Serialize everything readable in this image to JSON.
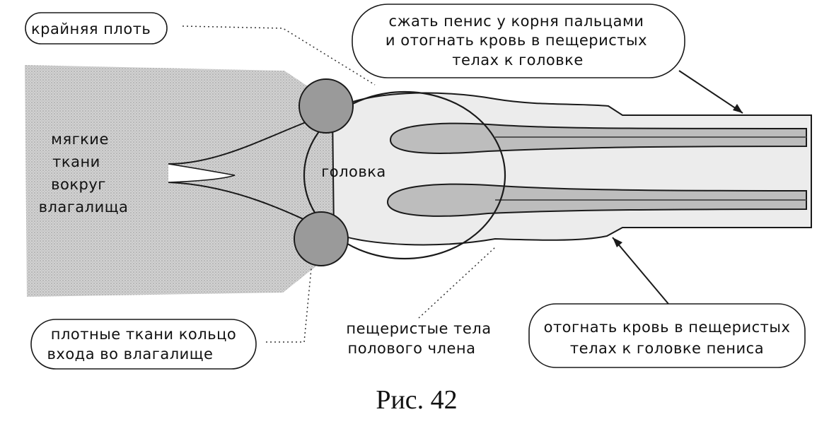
{
  "colors": {
    "tissue": "#c9c9c9",
    "penis_fill": "#ececec",
    "cavernous_fill": "#bdbdbd",
    "ring_fill": "#9a9a9a",
    "stroke": "#1a1a1a"
  },
  "labels": {
    "foreskin": "крайняя плоть",
    "instruction_top": [
      "сжать пенис у корня пальцами",
      "и отогнать кровь в пещеристых",
      "телах к головке"
    ],
    "soft_tissue": [
      "мягкие",
      "ткани",
      "вокруг",
      "влагалища"
    ],
    "glans": "головка",
    "dense_ring": [
      "плотные ткани кольцо",
      "входа во влагалище"
    ],
    "cavernous": [
      "пещеристые тела",
      "полового члена"
    ],
    "instruction_bottom": [
      "отогнать кровь в пещеристых",
      "телах к головке пениса"
    ]
  },
  "caption": "Рис. 42"
}
